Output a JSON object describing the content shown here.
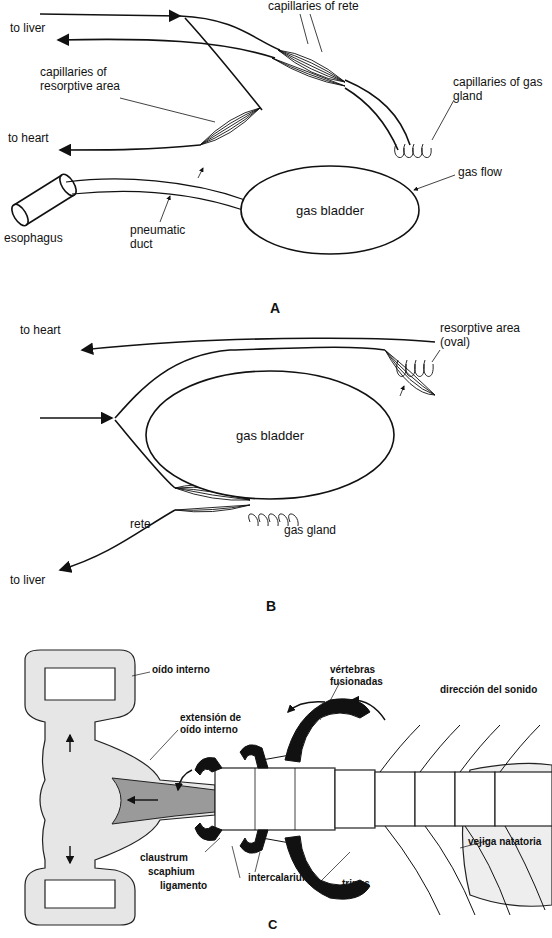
{
  "diagram": {
    "nodes": [
      {
        "text": [
          "gas bladder"
        ]
      },
      {
        "text": [
          "gas bladder"
        ]
      }
    ],
    "labels": [
      "capillaries of rete",
      "to liver",
      "capillaries of resorptive area",
      "to heart",
      "capillaries of gas gland",
      "gas flow",
      "esophagus",
      "pneumatic duct",
      "A",
      "to heart",
      "resorptive area (oval)",
      "rete",
      "gas gland",
      "to liver",
      "B",
      "oído interno",
      "extensión de oído interno",
      "vértebras fusionadas",
      "dirección del sonido",
      "claustrum",
      "scaphium",
      "ligamento",
      "intercalarium",
      "tripus",
      "vejiga natatoria",
      "C"
    ]
  }
}
